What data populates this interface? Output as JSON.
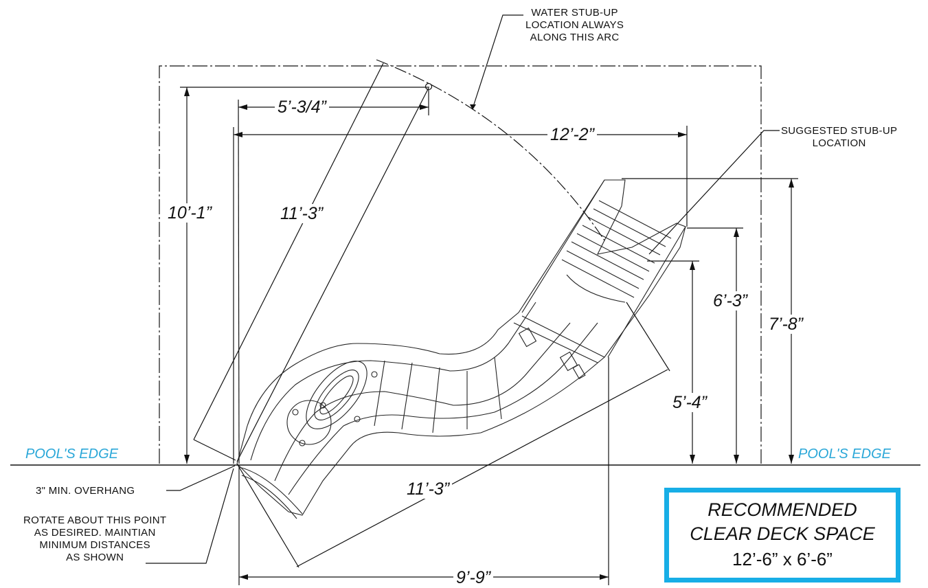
{
  "notes": {
    "water_stub": [
      "WATER STUB-UP",
      "LOCATION ALWAYS",
      "ALONG THIS ARC"
    ],
    "suggested_stub": [
      "SUGGESTED STUB-UP",
      "LOCATION"
    ],
    "overhang": "3\" MIN. OVERHANG",
    "rotate": [
      "ROTATE ABOUT THIS POINT",
      "AS DESIRED. MAINTIAN",
      "MINIMUM DISTANCES",
      "AS SHOWN"
    ]
  },
  "pool_edge": {
    "left": "POOL'S EDGE",
    "right": "POOL'S EDGE"
  },
  "dimensions": {
    "d_5_3_4": "5’-3/4”",
    "d_12_2": "12’-2”",
    "d_10_1": "10’-1”",
    "d_11_3_top": "11’-3”",
    "d_6_3": "6’-3”",
    "d_7_8": "7’-8”",
    "d_5_4": "5’-4”",
    "d_11_3_bottom": "11’-3”",
    "d_9_9": "9’-9”"
  },
  "recommended": {
    "line1": "RECOMMENDED",
    "line2": "CLEAR DECK SPACE",
    "size": "12’-6” x 6’-6”"
  },
  "colors": {
    "pool_edge": "#2aa7d8",
    "box_border": "#17aee6",
    "ink": "#111111"
  }
}
